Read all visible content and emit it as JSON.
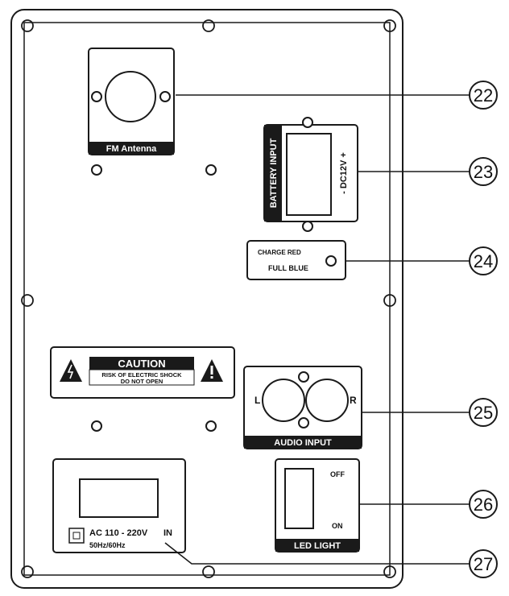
{
  "panel_labels": {
    "fm_antenna": "FM Antenna",
    "battery_input": "BATTERY INPUT",
    "dc_voltage": "- DC12V +",
    "charge_red": "CHARGE RED",
    "full_blue": "FULL BLUE",
    "caution_title": "CAUTION",
    "caution_line1": "RISK OF ELECTRIC SHOCK",
    "caution_line2": "DO NOT OPEN",
    "audio_left": "L",
    "audio_right": "R",
    "audio_input": "AUDIO INPUT",
    "switch_off": "OFF",
    "switch_on": "ON",
    "led_light": "LED LIGHT",
    "ac_voltage": "AC 110 - 220V",
    "ac_in": "IN",
    "ac_frequency": "50Hz/60Hz"
  },
  "callouts": [
    "22",
    "23",
    "24",
    "25",
    "26",
    "27"
  ],
  "icons": {
    "warning": "warning-triangle-icon"
  },
  "colors": {
    "line": "#1a1a1a",
    "background": "#ffffff"
  }
}
